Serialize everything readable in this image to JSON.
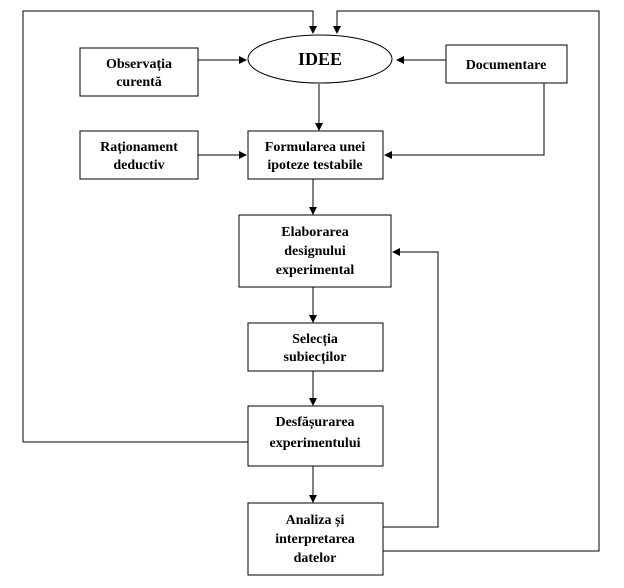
{
  "nodes": {
    "idee": [
      "IDEE"
    ],
    "observatia": [
      "Observația",
      "curentă"
    ],
    "documentare": [
      "Documentare"
    ],
    "rationament": [
      "Raționament",
      "deductiv"
    ],
    "formularea": [
      "Formularea unei",
      "ipoteze testabile"
    ],
    "elaborarea": [
      "Elaborarea",
      "designului",
      "experimental"
    ],
    "selectia": [
      "Selecția",
      "subiecților"
    ],
    "desfasurarea": [
      "Desfășurarea",
      "experimentului"
    ],
    "analiza": [
      "Analiza și",
      "interpretarea",
      "datelor"
    ]
  }
}
